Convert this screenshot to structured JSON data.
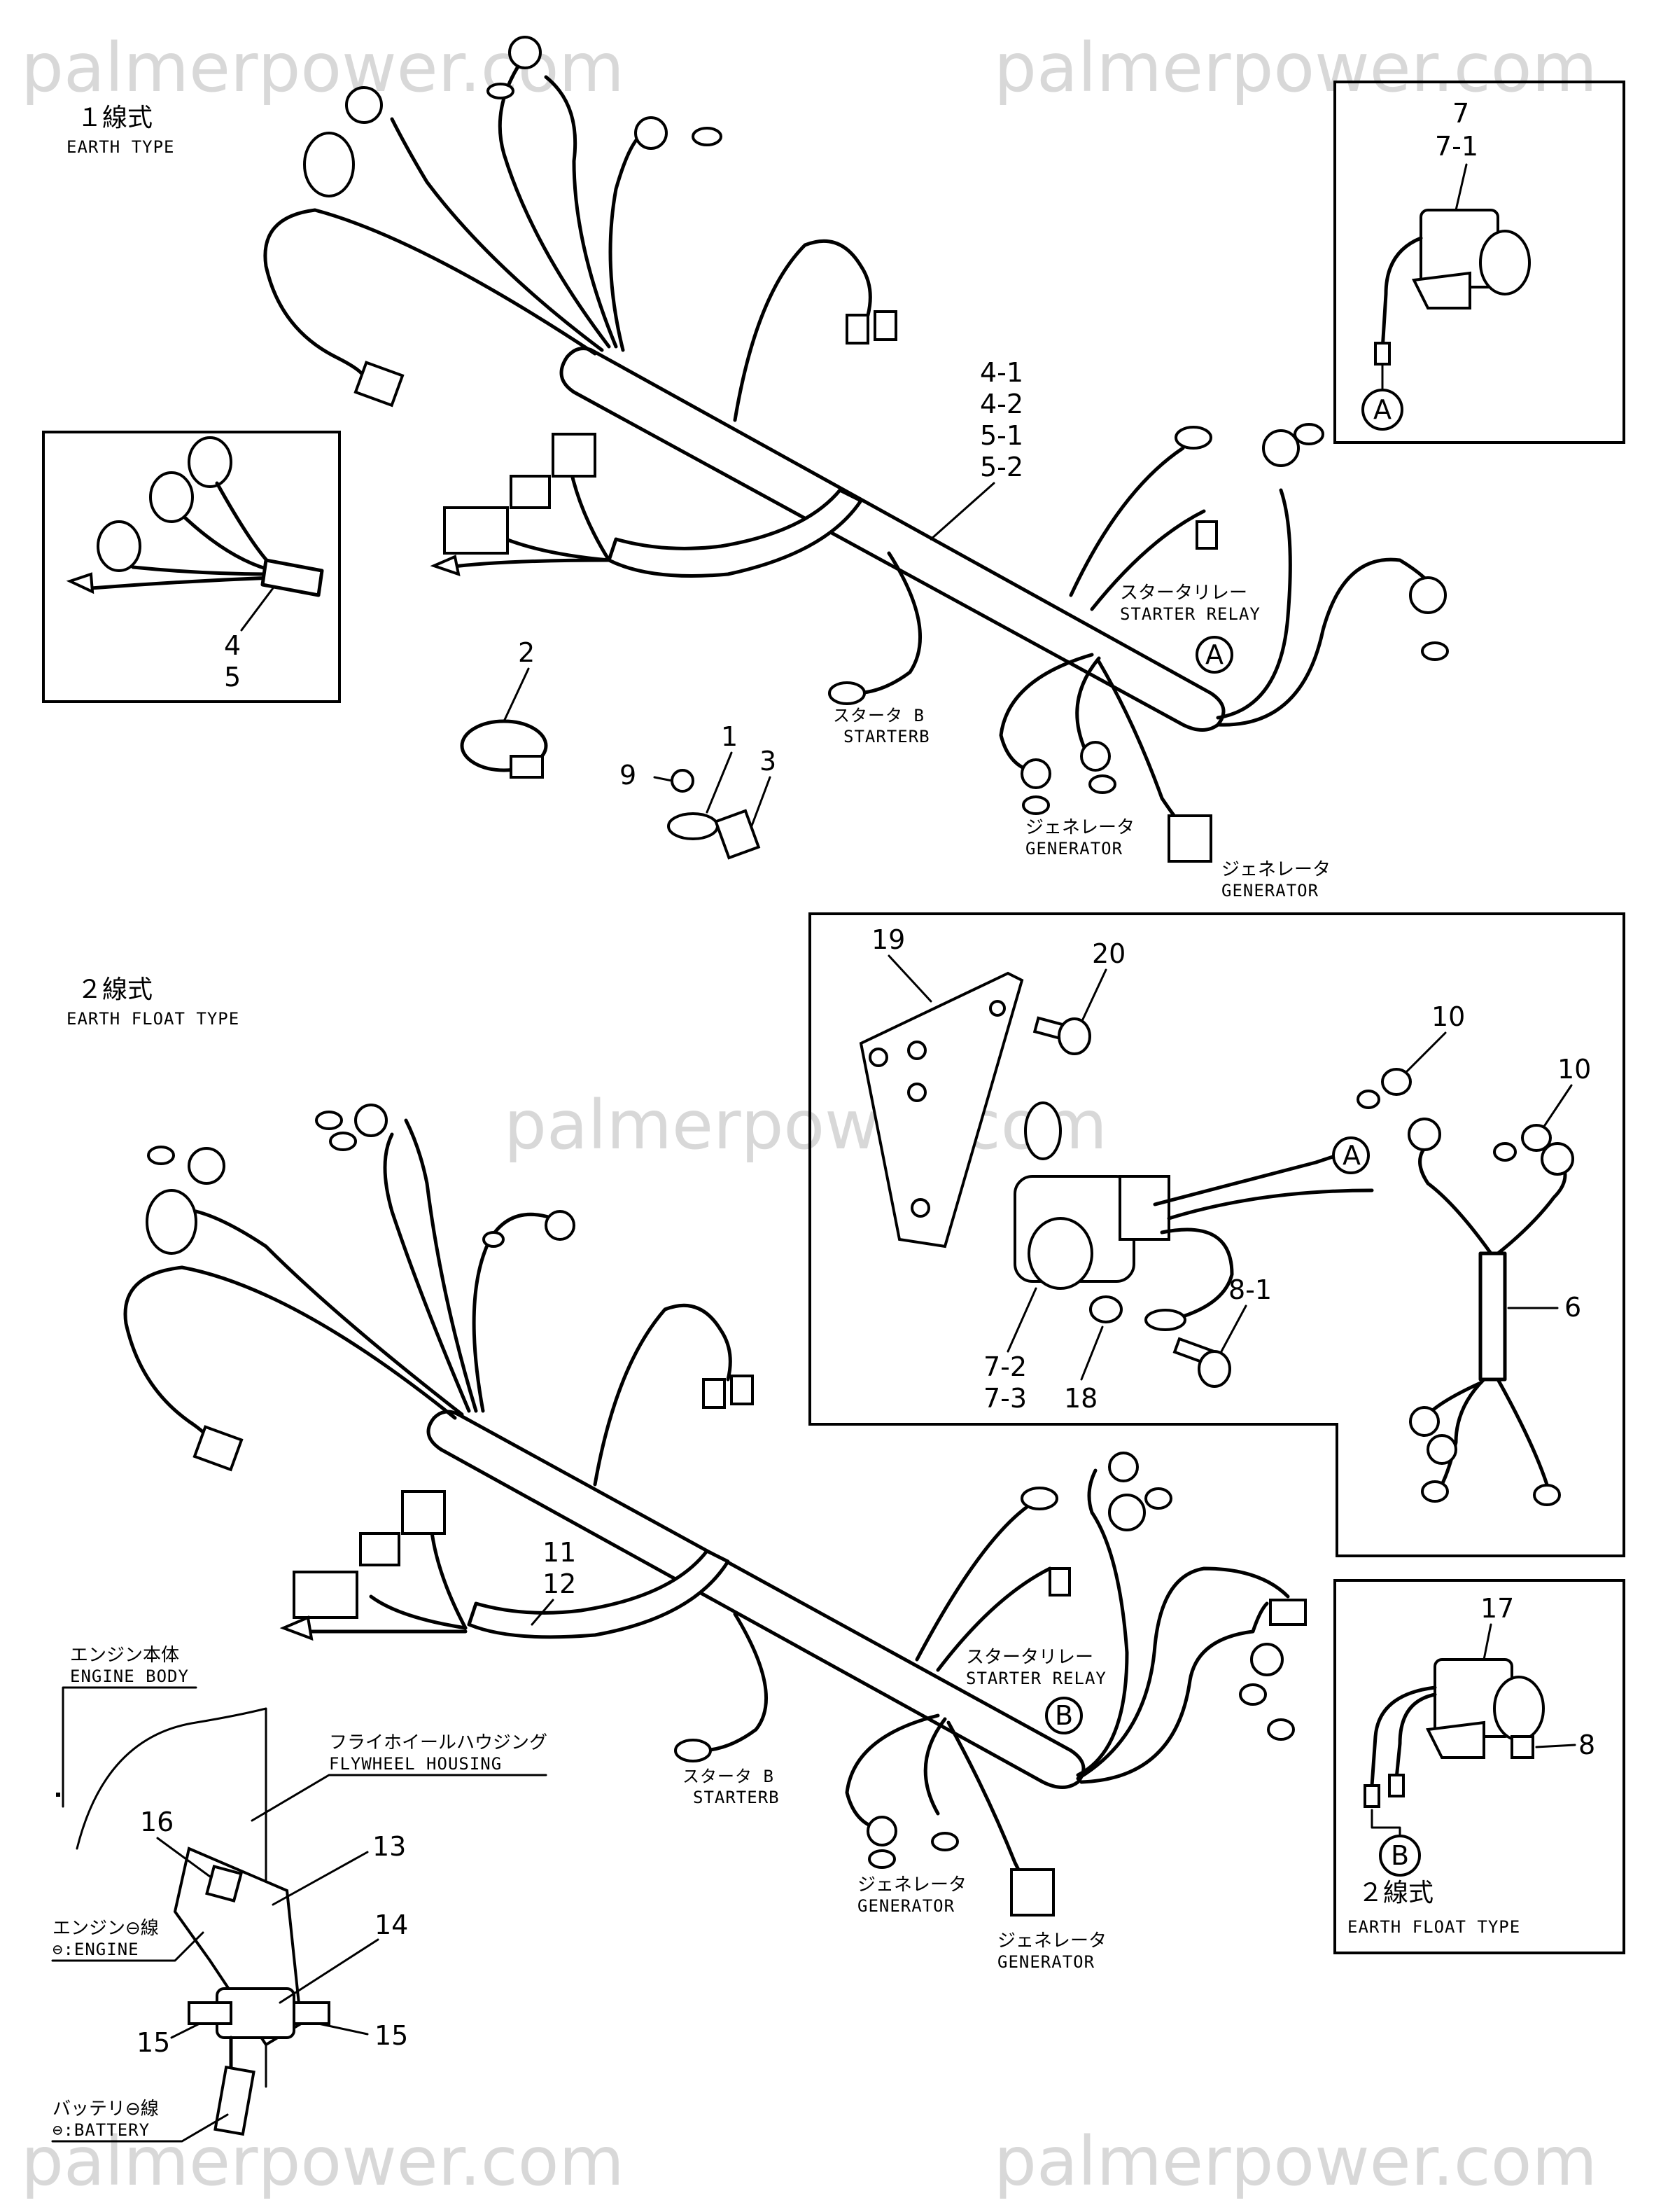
{
  "watermark": "palmerpower.com",
  "top_diagram": {
    "variant_jp": "１線式",
    "variant_en": "EARTH TYPE",
    "harness_parts": [
      "4-1",
      "4-2",
      "5-1",
      "5-2"
    ],
    "inset_parts": [
      "4",
      "5"
    ],
    "clamp_part": "2",
    "bolt_parts": [
      "1",
      "3",
      "9"
    ],
    "starter_relay_jp": "スタータリレー",
    "starter_relay_en": "STARTER RELAY",
    "starter_b_jp": "スタータ B",
    "starter_b_en": "STARTERB",
    "generator_jp": "ジェネレータ",
    "generator_en": "GENERATOR",
    "callout": "A"
  },
  "relay_box_a": {
    "parts": [
      "7",
      "7-1"
    ],
    "callout": "A"
  },
  "relay_detail": {
    "parts": {
      "bracket": "19",
      "bolt": "20",
      "nut_a": "10",
      "nut_b": "10",
      "relay": "7-2",
      "relay_b": "7-3",
      "washer": "18",
      "screw": "8-1",
      "subharness": "6"
    },
    "callout": "A"
  },
  "bottom_diagram": {
    "variant_jp": "２線式",
    "variant_en": "EARTH FLOAT TYPE",
    "harness_parts": [
      "11",
      "12"
    ],
    "starter_relay_jp": "スタータリレー",
    "starter_relay_en": "STARTER RELAY",
    "starter_b_jp": "スタータ B",
    "starter_b_en": "STARTERB",
    "generator_jp": "ジェネレータ",
    "generator_en": "GENERATOR",
    "callout": "B"
  },
  "engine_detail": {
    "engine_body_jp": "エンジン本体",
    "engine_body_en": "ENGINE BODY",
    "flywheel_jp": "フライホイールハウジング",
    "flywheel_en": "FLYWHEEL HOUSING",
    "engine_neg_jp": "エンジン⊖線",
    "engine_neg_en": "⊖:ENGINE",
    "battery_neg_jp": "バッテリ⊖線",
    "battery_neg_en": "⊖:BATTERY",
    "parts": [
      "13",
      "14",
      "15",
      "15",
      "16"
    ]
  },
  "relay_box_b": {
    "parts": [
      "17",
      "8"
    ],
    "callout": "B",
    "variant_jp": "２線式",
    "variant_en": "EARTH FLOAT TYPE"
  }
}
